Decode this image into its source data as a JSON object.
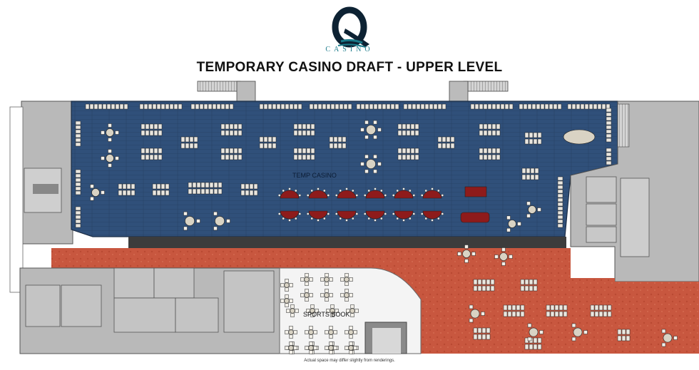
{
  "brand": {
    "logo_letter": "Q",
    "logo_word": "CASINO",
    "colors": {
      "teal": "#1b7b8a",
      "navy": "#0d2233"
    }
  },
  "title": "TEMPORARY CASINO DRAFT - UPPER LEVEL",
  "zones": {
    "temp_casino": {
      "label": "TEMP CASINO",
      "color": "#2f4f78"
    },
    "sports_book": {
      "label": "SPORTS BOOK",
      "color": "#f4f4f4"
    },
    "carpet_area": {
      "color": "#c8573f"
    },
    "back_of_house": {
      "color": "#b9b9b9"
    }
  },
  "disclaimer": "Actual space may differ slightly from renderings."
}
